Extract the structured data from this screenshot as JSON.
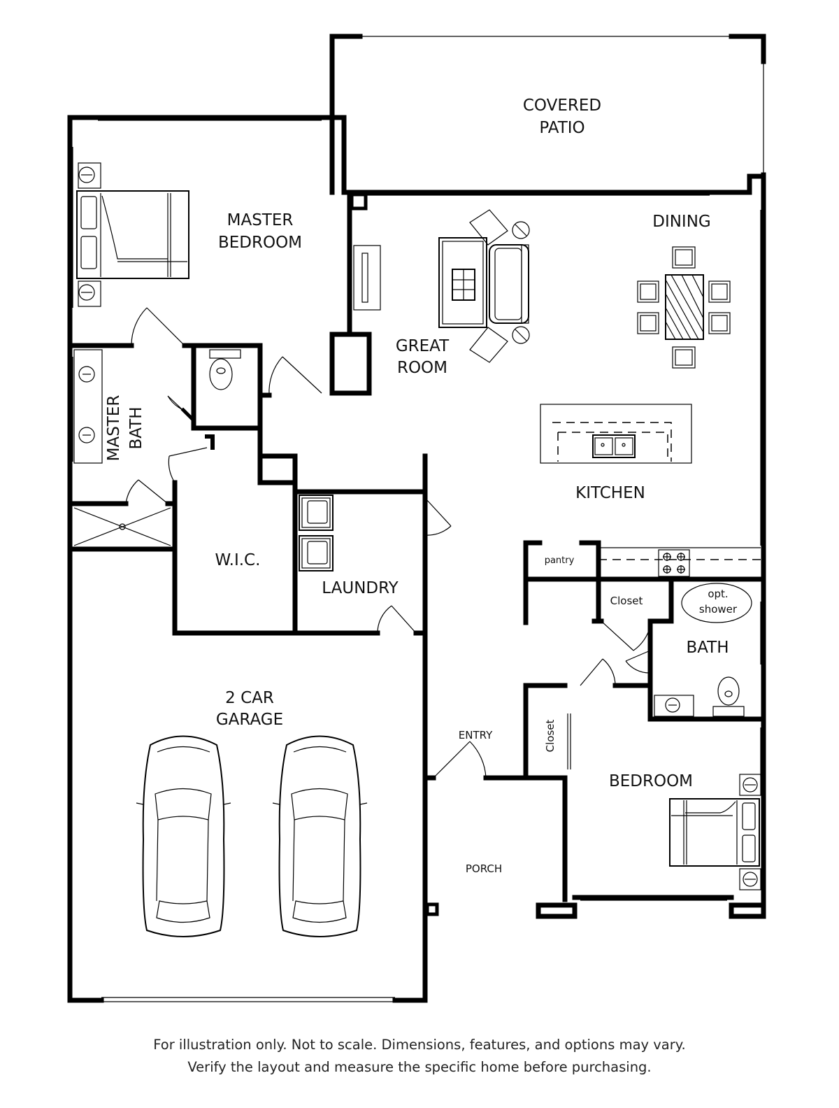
{
  "rooms": {
    "covered_patio": [
      "COVERED",
      "PATIO"
    ],
    "master_bedroom": [
      "MASTER",
      "BEDROOM"
    ],
    "great_room": [
      "GREAT",
      "ROOM"
    ],
    "dining": "DINING",
    "master_bath": [
      "MASTER",
      "BATH"
    ],
    "kitchen": "KITCHEN",
    "wic": "W.I.C.",
    "laundry": "LAUNDRY",
    "pantry": "pantry",
    "closet_hall": "Closet",
    "opt_shower": [
      "opt.",
      "shower"
    ],
    "bath": "BATH",
    "garage": [
      "2 CAR",
      "GARAGE"
    ],
    "entry": "ENTRY",
    "closet_bedroom": "Closet",
    "bedroom": "BEDROOM",
    "porch": "PORCH"
  },
  "disclaimer": {
    "line1": "For illustration only. Not to scale. Dimensions, features, and options may vary.",
    "line2": "Verify the layout and measure the specific home before purchasing."
  }
}
